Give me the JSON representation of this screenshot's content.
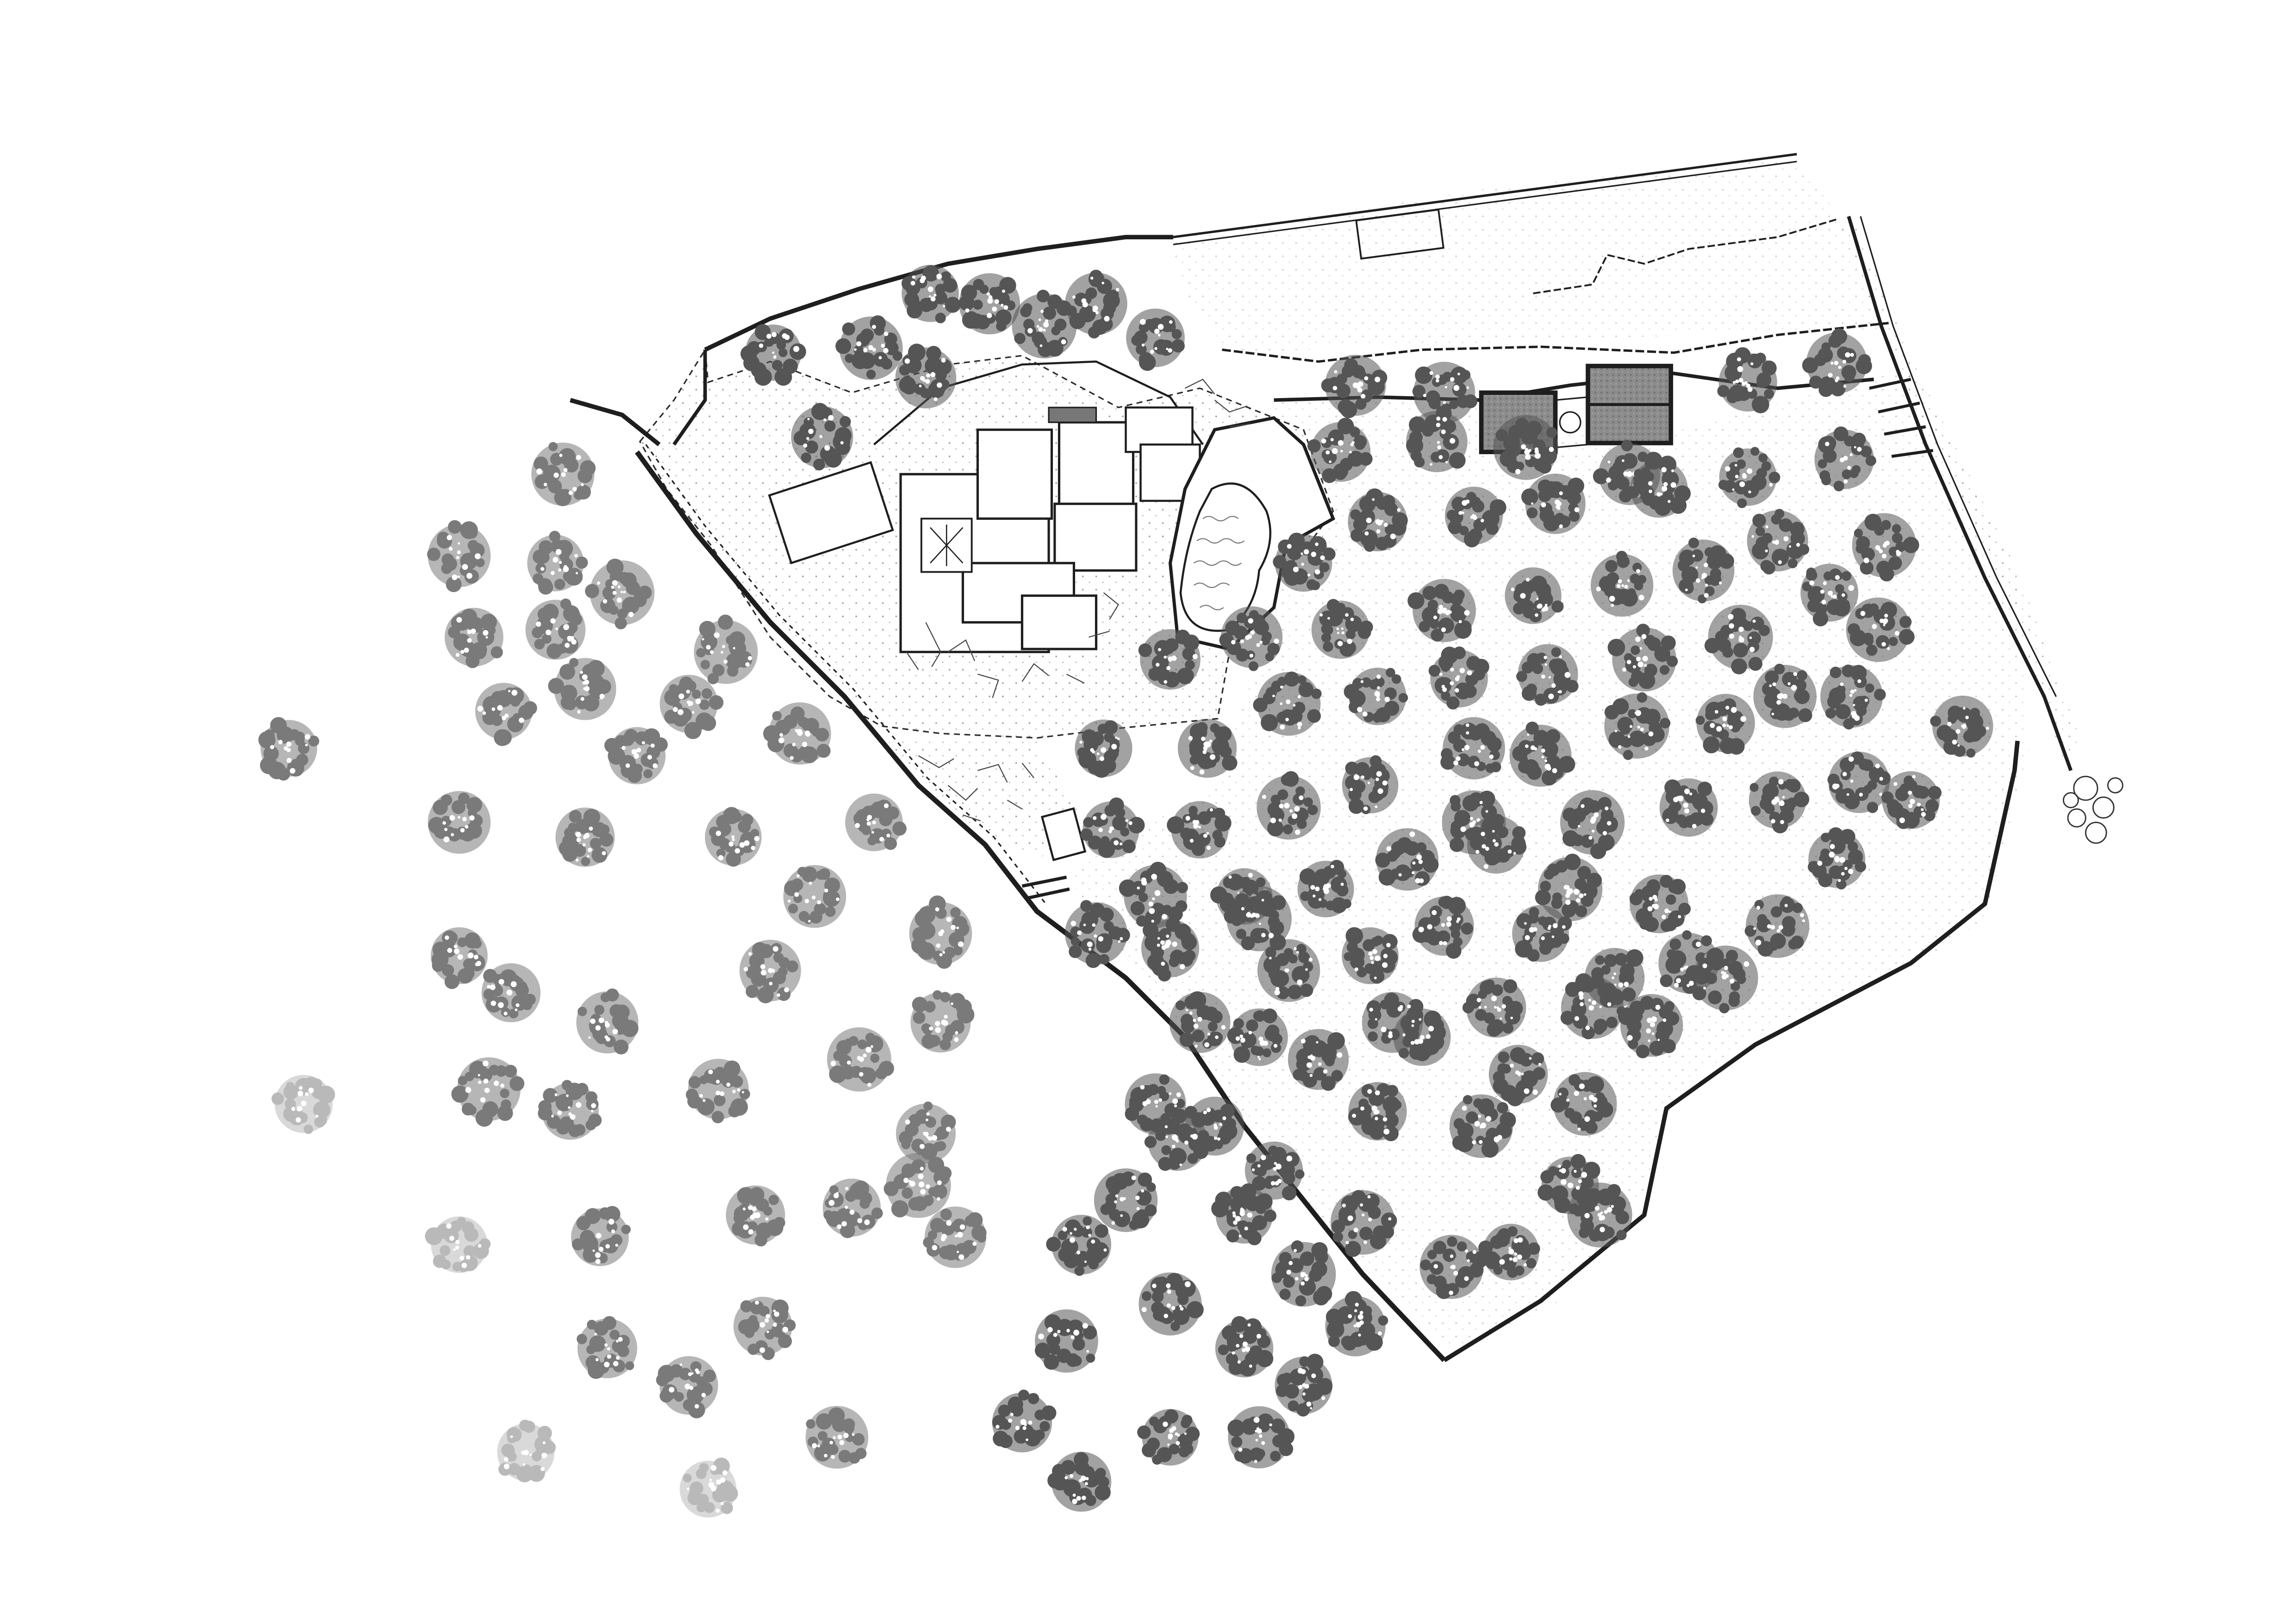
{
  "drawing": {
    "kind": "site plan",
    "printed_text": [],
    "colors": {
      "background": "#ffffff",
      "line": "#1e1e1e",
      "tree_dark": "#555555",
      "tree_mid": "#7a7a7a",
      "tree_light": "#b9b9b9",
      "terrace_fill": "#f4f4f4",
      "pool_fill": "#ffffff",
      "annex_fill": "#8f8f8f"
    },
    "elements": {
      "main_house": "main-house",
      "pool": "pool",
      "annex_buildings": "annex",
      "olive_trees": "tree-icon",
      "stone_walls": "stone-wall",
      "terrace": "terrace",
      "road": "road"
    }
  }
}
